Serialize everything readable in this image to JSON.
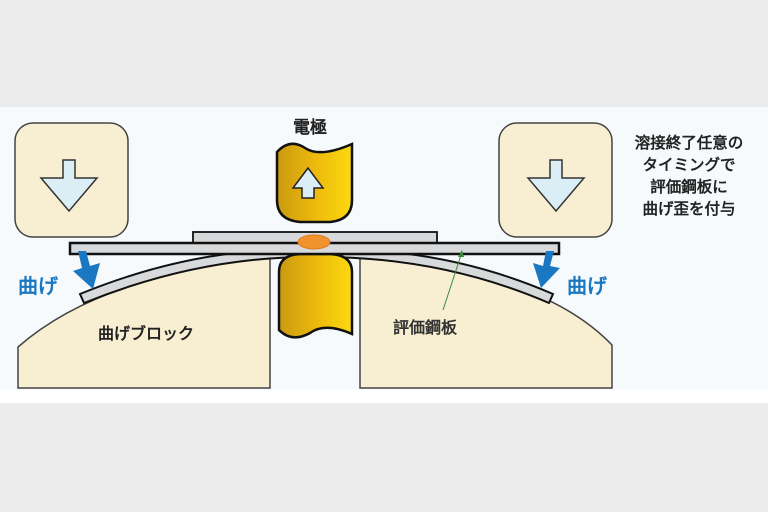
{
  "diagram": {
    "electrode_label": "電極",
    "bend_label_left": "曲げ",
    "bend_label_right": "曲げ",
    "bend_block_label": "曲げブロック",
    "evaluation_steel_label": "評価鋼板",
    "note_lines": [
      "溶接終了任意の",
      "タイミングで",
      "評価鋼板に",
      "曲げ歪を付与"
    ],
    "colors": {
      "block_fill": "#f8efd2",
      "electrode_gold": "#e8b40a",
      "electrode_gold_light": "#f8d61a",
      "arrow_fill": "#dbeef5",
      "bend_arrow_blue": "#1a78c2",
      "plate_gray": "#d7d9db",
      "weld_nugget": "#f0932e",
      "leader_green": "#3a8a3a",
      "background": "#f6fafd",
      "outer_gray": "#ececec"
    }
  }
}
